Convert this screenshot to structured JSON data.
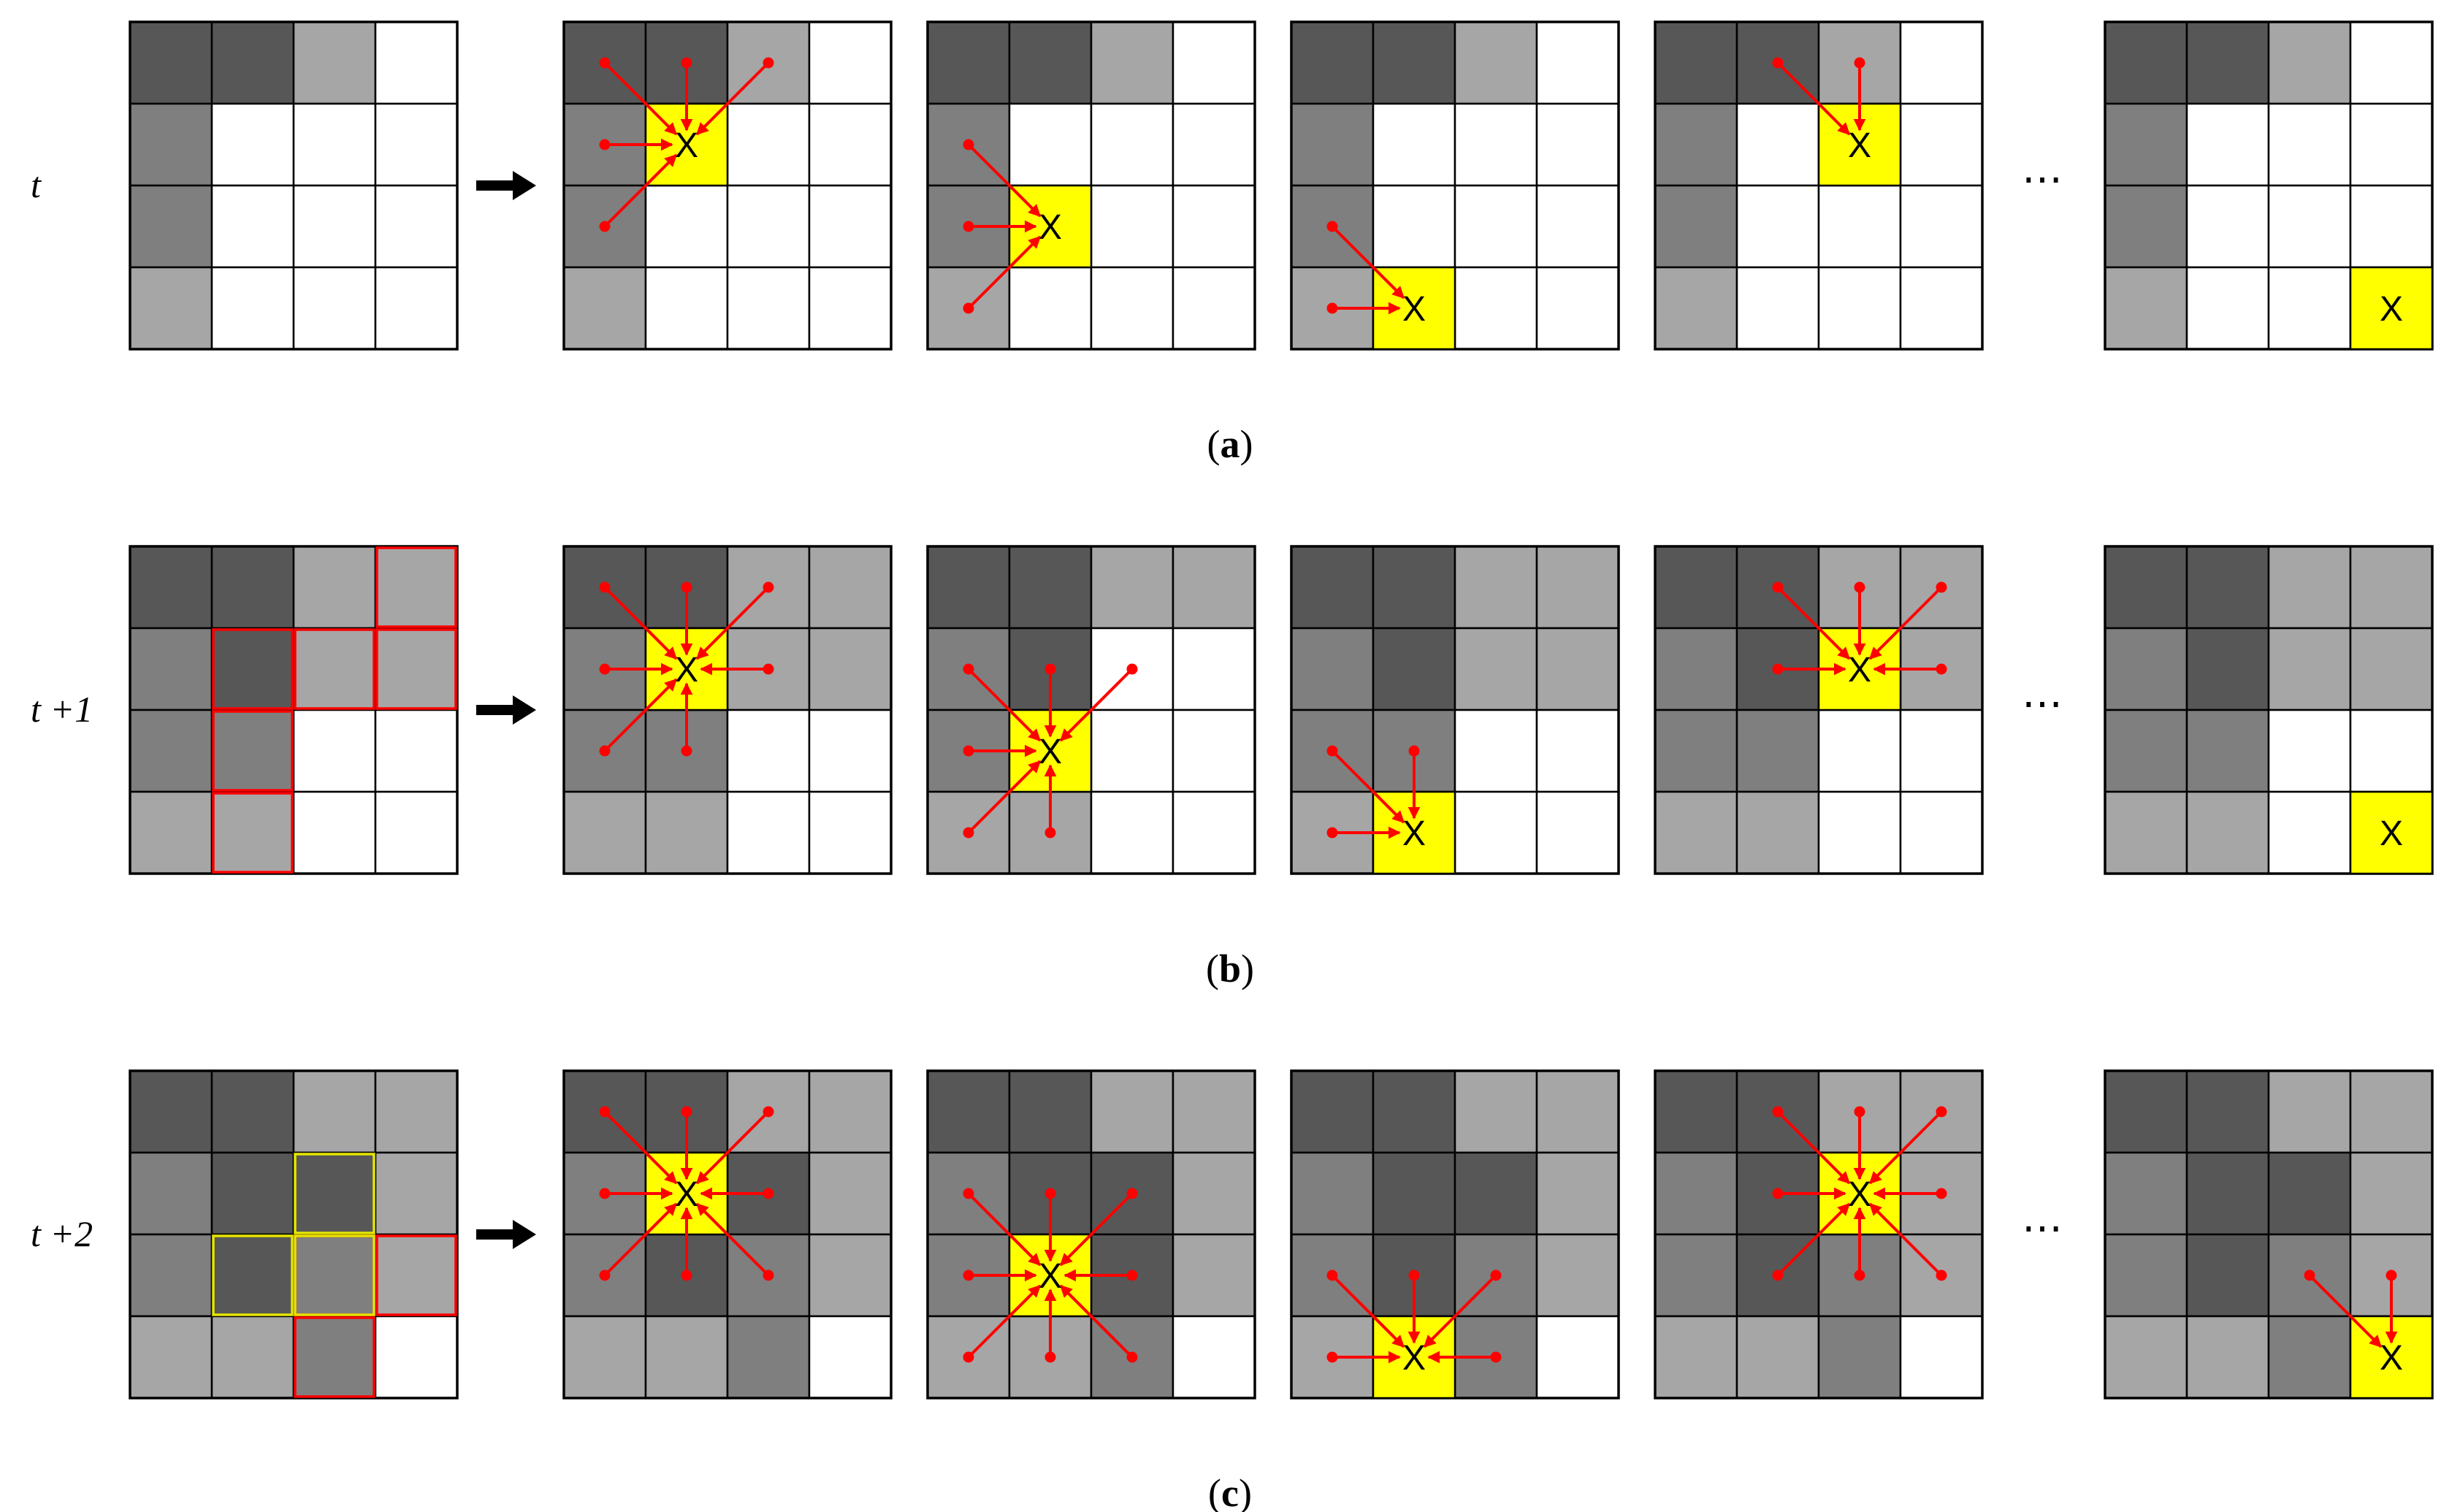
{
  "figure": {
    "colors": {
      "dark": "#575757",
      "mid": "#7f7f7f",
      "light": "#a6a6a6",
      "white": "#ffffff",
      "target": "#ffff00",
      "arrow": "#ff0000",
      "region_red": "#ff0000",
      "region_yellow": "#e6e600",
      "grid_line": "#000000"
    },
    "target_label": "X",
    "ellipsis": "⋯",
    "rows": [
      {
        "label": "t",
        "caption_open": "(",
        "caption_letter": "a",
        "caption_close": ")",
        "state": [
          [
            "d",
            "d",
            "l",
            "w"
          ],
          [
            "m",
            "w",
            "w",
            "w"
          ],
          [
            "m",
            "w",
            "w",
            "w"
          ],
          [
            "l",
            "w",
            "w",
            "w"
          ]
        ],
        "highlights": [],
        "panels": [
          {
            "state": [
              [
                "d",
                "d",
                "l",
                "w"
              ],
              [
                "m",
                "w",
                "w",
                "w"
              ],
              [
                "m",
                "w",
                "w",
                "w"
              ],
              [
                "l",
                "w",
                "w",
                "w"
              ]
            ],
            "target": [
              1,
              1
            ],
            "sources": [
              [
                0,
                0
              ],
              [
                0,
                1
              ],
              [
                0,
                2
              ],
              [
                1,
                0
              ],
              [
                2,
                0
              ]
            ]
          },
          {
            "state": [
              [
                "d",
                "d",
                "l",
                "w"
              ],
              [
                "m",
                "w",
                "w",
                "w"
              ],
              [
                "m",
                "w",
                "w",
                "w"
              ],
              [
                "l",
                "w",
                "w",
                "w"
              ]
            ],
            "target": [
              2,
              1
            ],
            "sources": [
              [
                1,
                0
              ],
              [
                2,
                0
              ],
              [
                3,
                0
              ]
            ]
          },
          {
            "state": [
              [
                "d",
                "d",
                "l",
                "w"
              ],
              [
                "m",
                "w",
                "w",
                "w"
              ],
              [
                "m",
                "w",
                "w",
                "w"
              ],
              [
                "l",
                "w",
                "w",
                "w"
              ]
            ],
            "target": [
              3,
              1
            ],
            "sources": [
              [
                2,
                0
              ],
              [
                3,
                0
              ]
            ]
          },
          {
            "state": [
              [
                "d",
                "d",
                "l",
                "w"
              ],
              [
                "m",
                "w",
                "w",
                "w"
              ],
              [
                "m",
                "w",
                "w",
                "w"
              ],
              [
                "l",
                "w",
                "w",
                "w"
              ]
            ],
            "target": [
              1,
              2
            ],
            "sources": [
              [
                0,
                1
              ],
              [
                0,
                2
              ]
            ]
          },
          {
            "state": [
              [
                "d",
                "d",
                "l",
                "w"
              ],
              [
                "m",
                "w",
                "w",
                "w"
              ],
              [
                "m",
                "w",
                "w",
                "w"
              ],
              [
                "l",
                "w",
                "w",
                "w"
              ]
            ],
            "target": [
              3,
              3
            ],
            "sources": []
          }
        ]
      },
      {
        "label": "t +1",
        "caption_open": "(",
        "caption_letter": "b",
        "caption_close": ")",
        "state": [
          [
            "d",
            "d",
            "l",
            "l"
          ],
          [
            "m",
            "d",
            "l",
            "l"
          ],
          [
            "m",
            "m",
            "w",
            "w"
          ],
          [
            "l",
            "l",
            "w",
            "w"
          ]
        ],
        "highlights": [
          {
            "cells": [
              [
                0,
                3
              ],
              [
                1,
                1
              ],
              [
                1,
                2
              ],
              [
                1,
                3
              ],
              [
                2,
                1
              ],
              [
                3,
                1
              ]
            ],
            "color": "red"
          }
        ],
        "panels": [
          {
            "state": [
              [
                "d",
                "d",
                "l",
                "l"
              ],
              [
                "m",
                "m",
                "l",
                "l"
              ],
              [
                "m",
                "m",
                "w",
                "w"
              ],
              [
                "l",
                "l",
                "w",
                "w"
              ]
            ],
            "target": [
              1,
              1
            ],
            "sources": [
              [
                0,
                0
              ],
              [
                0,
                1
              ],
              [
                0,
                2
              ],
              [
                1,
                0
              ],
              [
                1,
                2
              ],
              [
                2,
                0
              ],
              [
                2,
                1
              ]
            ]
          },
          {
            "state": [
              [
                "d",
                "d",
                "l",
                "l"
              ],
              [
                "m",
                "d",
                "w",
                "w"
              ],
              [
                "m",
                "m",
                "w",
                "w"
              ],
              [
                "l",
                "l",
                "w",
                "w"
              ]
            ],
            "target": [
              2,
              1
            ],
            "sources": [
              [
                1,
                0
              ],
              [
                1,
                1
              ],
              [
                1,
                2
              ],
              [
                2,
                0
              ],
              [
                3,
                0
              ],
              [
                3,
                1
              ]
            ]
          },
          {
            "state": [
              [
                "d",
                "d",
                "l",
                "l"
              ],
              [
                "m",
                "d",
                "l",
                "l"
              ],
              [
                "m",
                "m",
                "w",
                "w"
              ],
              [
                "l",
                "l",
                "w",
                "w"
              ]
            ],
            "target": [
              3,
              1
            ],
            "sources": [
              [
                2,
                0
              ],
              [
                2,
                1
              ],
              [
                3,
                0
              ]
            ]
          },
          {
            "state": [
              [
                "d",
                "d",
                "l",
                "l"
              ],
              [
                "m",
                "d",
                "l",
                "l"
              ],
              [
                "m",
                "m",
                "w",
                "w"
              ],
              [
                "l",
                "l",
                "w",
                "w"
              ]
            ],
            "target": [
              1,
              2
            ],
            "sources": [
              [
                0,
                1
              ],
              [
                0,
                2
              ],
              [
                0,
                3
              ],
              [
                1,
                1
              ],
              [
                1,
                3
              ]
            ]
          },
          {
            "state": [
              [
                "d",
                "d",
                "l",
                "l"
              ],
              [
                "m",
                "d",
                "l",
                "l"
              ],
              [
                "m",
                "m",
                "w",
                "w"
              ],
              [
                "l",
                "l",
                "w",
                "w"
              ]
            ],
            "target": [
              3,
              3
            ],
            "sources": []
          }
        ]
      },
      {
        "label": "t +2",
        "caption_open": "(",
        "caption_letter": "c",
        "caption_close": ")",
        "state": [
          [
            "d",
            "d",
            "l",
            "l"
          ],
          [
            "m",
            "d",
            "d",
            "l"
          ],
          [
            "m",
            "d",
            "m",
            "l"
          ],
          [
            "l",
            "l",
            "m",
            "w"
          ]
        ],
        "highlights": [
          {
            "cells": [
              [
                2,
                2
              ],
              [
                2,
                3
              ],
              [
                3,
                2
              ]
            ],
            "color": "red"
          },
          {
            "cells": [
              [
                1,
                2
              ],
              [
                2,
                1
              ],
              [
                2,
                2
              ]
            ],
            "color": "yellow"
          }
        ],
        "panels": [
          {
            "state": [
              [
                "d",
                "d",
                "l",
                "l"
              ],
              [
                "m",
                "d",
                "d",
                "l"
              ],
              [
                "m",
                "d",
                "m",
                "l"
              ],
              [
                "l",
                "l",
                "m",
                "w"
              ]
            ],
            "target": [
              1,
              1
            ],
            "sources": [
              [
                0,
                0
              ],
              [
                0,
                1
              ],
              [
                0,
                2
              ],
              [
                1,
                0
              ],
              [
                1,
                2
              ],
              [
                2,
                0
              ],
              [
                2,
                1
              ],
              [
                2,
                2
              ]
            ]
          },
          {
            "state": [
              [
                "d",
                "d",
                "l",
                "l"
              ],
              [
                "m",
                "d",
                "d",
                "l"
              ],
              [
                "m",
                "d",
                "d",
                "l"
              ],
              [
                "l",
                "l",
                "m",
                "w"
              ]
            ],
            "target": [
              2,
              1
            ],
            "sources": [
              [
                1,
                0
              ],
              [
                1,
                1
              ],
              [
                1,
                2
              ],
              [
                2,
                0
              ],
              [
                2,
                2
              ],
              [
                3,
                0
              ],
              [
                3,
                1
              ],
              [
                3,
                2
              ]
            ]
          },
          {
            "state": [
              [
                "d",
                "d",
                "l",
                "l"
              ],
              [
                "m",
                "d",
                "d",
                "l"
              ],
              [
                "m",
                "d",
                "m",
                "l"
              ],
              [
                "l",
                "l",
                "m",
                "w"
              ]
            ],
            "target": [
              3,
              1
            ],
            "sources": [
              [
                2,
                0
              ],
              [
                2,
                1
              ],
              [
                2,
                2
              ],
              [
                3,
                0
              ],
              [
                3,
                2
              ]
            ]
          },
          {
            "state": [
              [
                "d",
                "d",
                "l",
                "l"
              ],
              [
                "m",
                "d",
                "l",
                "l"
              ],
              [
                "m",
                "d",
                "m",
                "l"
              ],
              [
                "l",
                "l",
                "m",
                "w"
              ]
            ],
            "target": [
              1,
              2
            ],
            "sources": [
              [
                0,
                1
              ],
              [
                0,
                2
              ],
              [
                0,
                3
              ],
              [
                1,
                1
              ],
              [
                1,
                3
              ],
              [
                2,
                1
              ],
              [
                2,
                2
              ],
              [
                2,
                3
              ]
            ]
          },
          {
            "state": [
              [
                "d",
                "d",
                "l",
                "l"
              ],
              [
                "m",
                "d",
                "d",
                "l"
              ],
              [
                "m",
                "d",
                "m",
                "l"
              ],
              [
                "l",
                "l",
                "m",
                "w"
              ]
            ],
            "target": [
              3,
              3
            ],
            "sources": [
              [
                2,
                2
              ],
              [
                2,
                3
              ]
            ]
          }
        ]
      }
    ]
  }
}
